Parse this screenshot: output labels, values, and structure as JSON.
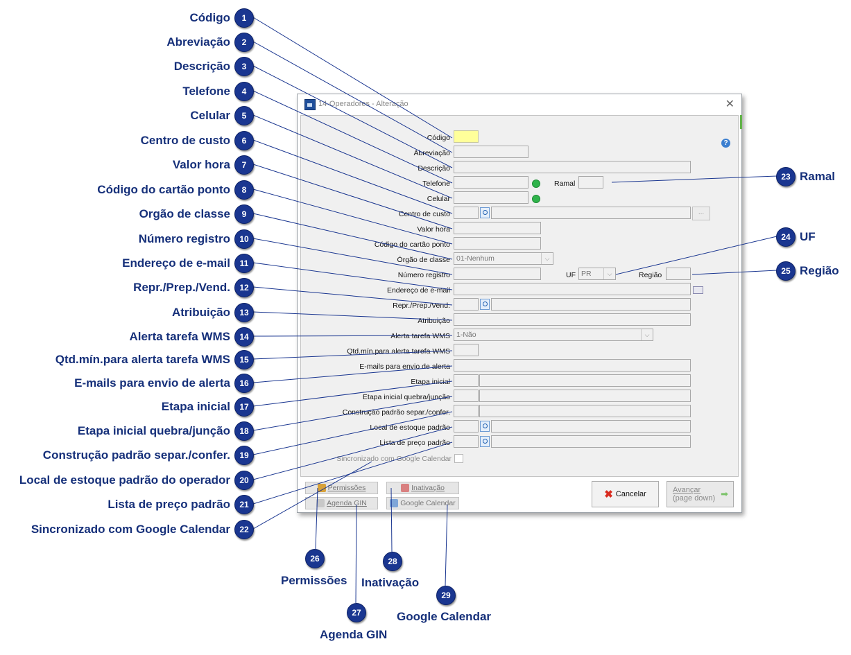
{
  "window": {
    "title": "14-Operadores - Alteração",
    "help_icon": "?"
  },
  "form": {
    "codigo": "Código",
    "abreviacao": "Abreviação",
    "descricao": "Descrição",
    "telefone": "Telefone",
    "ramal": "Ramal",
    "celular": "Celular",
    "centro_custo": "Centro de custo",
    "centro_custo_more": "...",
    "valor_hora": "Valor hora",
    "codigo_cartao": "Código do cartão ponto",
    "orgao_classe": "Órgão de classe",
    "orgao_classe_value": "01-Nenhum",
    "numero_registro": "Número registro",
    "uf": "UF",
    "uf_value": "PR",
    "regiao": "Região",
    "email": "Endereço de e-mail",
    "repr": "Repr./Prep./Vend.",
    "atribuicao": "Atribuição",
    "alerta_wms": "Alerta tarefa WMS",
    "alerta_wms_value": "1-Não",
    "qtd_min": "Qtd.mín.para alerta tarefa WMS",
    "emails_alerta": "E-mails para envio de alerta",
    "etapa_inicial": "Etapa inicial",
    "etapa_quebra": "Etapa inicial quebra/junção",
    "construcao": "Construção padrão separ./confer.",
    "local_estoque": "Local de estoque padrão",
    "lista_preco": "Lista de preço padrão",
    "google_sync": "Sincronizado com Google Calendar"
  },
  "buttons": {
    "permissoes": "Permissões",
    "inativacao": "Inativação",
    "agenda_gin": "Agenda GIN",
    "google_calendar": "Google Calendar",
    "cancelar": "Cancelar",
    "avancar": "Avançar",
    "avancar_sub": "(page down)"
  },
  "callouts": [
    {
      "num": "1",
      "label": "Código"
    },
    {
      "num": "2",
      "label": "Abreviação"
    },
    {
      "num": "3",
      "label": "Descrição"
    },
    {
      "num": "4",
      "label": "Telefone"
    },
    {
      "num": "5",
      "label": "Celular"
    },
    {
      "num": "6",
      "label": "Centro de custo"
    },
    {
      "num": "7",
      "label": "Valor hora"
    },
    {
      "num": "8",
      "label": "Código do cartão ponto"
    },
    {
      "num": "9",
      "label": "Orgão de classe"
    },
    {
      "num": "10",
      "label": "Número registro"
    },
    {
      "num": "11",
      "label": "Endereço de e-mail"
    },
    {
      "num": "12",
      "label": "Repr./Prep./Vend."
    },
    {
      "num": "13",
      "label": "Atribuição"
    },
    {
      "num": "14",
      "label": "Alerta tarefa WMS"
    },
    {
      "num": "15",
      "label": "Qtd.mín.para alerta tarefa WMS"
    },
    {
      "num": "16",
      "label": "E-mails para envio de alerta"
    },
    {
      "num": "17",
      "label": "Etapa inicial"
    },
    {
      "num": "18",
      "label": "Etapa inicial quebra/junção"
    },
    {
      "num": "19",
      "label": "Construção padrão separ./confer."
    },
    {
      "num": "20",
      "label": "Local de estoque padrão do operador"
    },
    {
      "num": "21",
      "label": "Lista de preço padrão"
    },
    {
      "num": "22",
      "label": "Sincronizado com Google Calendar"
    }
  ],
  "right_callouts": [
    {
      "num": "23",
      "label": "Ramal"
    },
    {
      "num": "24",
      "label": "UF"
    },
    {
      "num": "25",
      "label": "Região"
    }
  ],
  "bottom_callouts": [
    {
      "num": "26",
      "label": "Permissões"
    },
    {
      "num": "27",
      "label": "Agenda GIN"
    },
    {
      "num": "28",
      "label": "Inativação"
    },
    {
      "num": "29",
      "label": "Google Calendar"
    }
  ],
  "colors": {
    "badge": "#1a3690",
    "callout_text": "#16307a",
    "code_field": "#ffff9a"
  }
}
